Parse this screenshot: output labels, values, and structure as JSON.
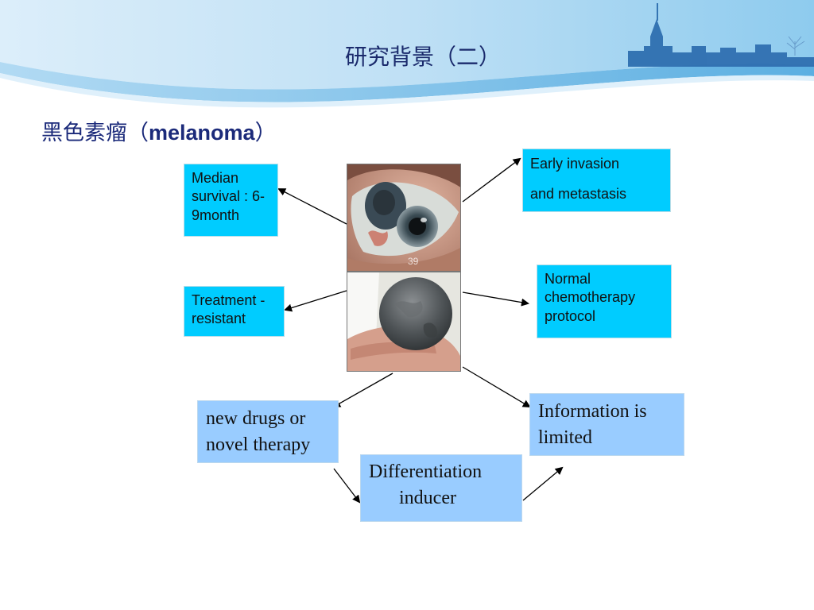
{
  "slide": {
    "title": "研究背景（二）",
    "subtitle_cn": "黑色素瘤（",
    "subtitle_en": "melanoma",
    "subtitle_close": "）"
  },
  "boxes": {
    "median_survival": "Median survival : 6-9month",
    "treatment_resistant": "Treatment -resistant",
    "early_invasion_line1": "Early invasion",
    "early_invasion_line2": "and metastasis",
    "normal_chemo": "Normal chemotherapy protocol",
    "new_drugs": "new drugs or novel therapy",
    "differentiation_line1": "Differentiation",
    "differentiation_line2": "inducer",
    "information_limited": "Information is limited"
  },
  "colors": {
    "cyan_box": "#00ccff",
    "lightblue_box": "#99ccff",
    "title_text": "#1a2a6c",
    "header_light": "#cfe8f7",
    "header_mid": "#7fc2ea"
  }
}
